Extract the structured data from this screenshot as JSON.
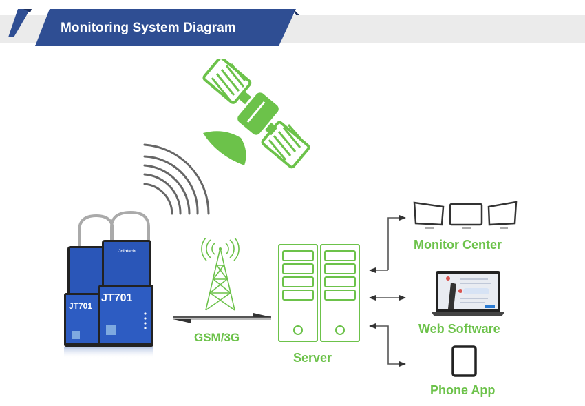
{
  "header": {
    "title": "Monitoring System Diagram",
    "colors": {
      "banner": "#2f4e93",
      "banner_dark": "#1c2f5e",
      "bar": "#ebebeb"
    }
  },
  "diagram": {
    "accent_color": "#6cc24a",
    "nodes": {
      "satellite": {
        "icon": "satellite-icon"
      },
      "signal": {
        "icon": "signal-waves-icon"
      },
      "devices": {
        "model_label": "JT701",
        "brand_label": "Jointech",
        "icon": "electronic-lock-icon"
      },
      "tower": {
        "icon": "cell-tower-icon",
        "label": "GSM/3G"
      },
      "server": {
        "icon": "server-icon",
        "label": "Server"
      },
      "monitor_center": {
        "icon": "monitors-icon",
        "label": "Monitor Center"
      },
      "web_software": {
        "icon": "laptop-icon",
        "label": "Web Software"
      },
      "phone_app": {
        "icon": "tablet-icon",
        "label": "Phone App"
      }
    },
    "connections": [
      {
        "from": "devices",
        "to": "server",
        "type": "bidirectional"
      },
      {
        "from": "server",
        "to": "monitor_center",
        "type": "bidirectional"
      },
      {
        "from": "server",
        "to": "web_software",
        "type": "bidirectional"
      },
      {
        "from": "server",
        "to": "phone_app",
        "type": "bidirectional"
      }
    ]
  }
}
